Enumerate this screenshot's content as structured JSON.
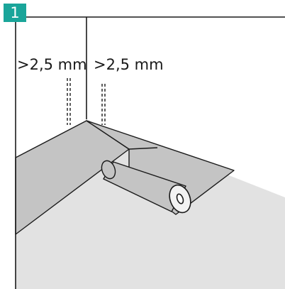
{
  "step": {
    "number": "1",
    "color": "#1aa59a"
  },
  "labels": {
    "left_gap": ">2,5 mm",
    "right_gap": ">2,5 mm"
  },
  "colors": {
    "floor": "#e2e2e2",
    "underlay": "#c4c4c4",
    "roll": "#c4c4c4",
    "lines": "#1a1a1a"
  }
}
